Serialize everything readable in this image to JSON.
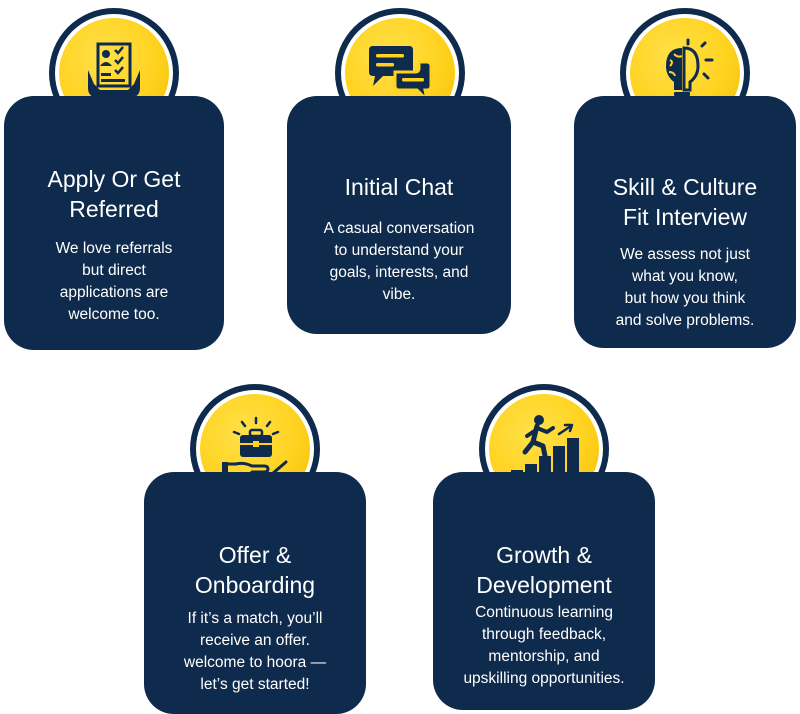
{
  "steps": [
    {
      "icon": "resume-checklist-icon",
      "title": [
        "Apply Or Get",
        "Referred"
      ],
      "description": [
        "We love referrals",
        "but direct",
        "applications are",
        "welcome too."
      ]
    },
    {
      "icon": "chat-bubbles-icon",
      "title": [
        "Initial Chat"
      ],
      "description": [
        "A casual conversation",
        "to understand your",
        "goals, interests, and",
        "vibe."
      ]
    },
    {
      "icon": "brain-lightbulb-icon",
      "title": [
        "Skill & Culture",
        "Fit Interview"
      ],
      "description": [
        "We assess not just",
        "what you know,",
        "but how you think",
        "and solve problems."
      ]
    },
    {
      "icon": "briefcase-hand-icon",
      "title": [
        "Offer &",
        "Onboarding"
      ],
      "description": [
        "If it’s a match, you’ll",
        "receive an offer.",
        "welcome to hoora —",
        "let’s get started!"
      ]
    },
    {
      "icon": "climbing-stairs-icon",
      "title": [
        "Growth &",
        "Development"
      ],
      "description": [
        "Continuous learning",
        "through feedback,",
        "mentorship, and",
        "upskilling opportunities."
      ]
    }
  ],
  "colors": {
    "card": "#0e2a4c",
    "badge": "#ffd21f",
    "ring": "#ffffff",
    "text": "#ffffff"
  }
}
